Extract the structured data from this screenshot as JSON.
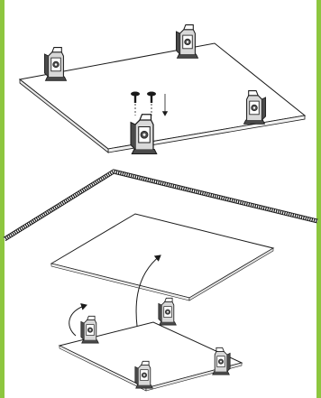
{
  "figure": {
    "kind": "installation-diagram",
    "description_free": true
  },
  "colors": {
    "accent_bar": "#8dc63f",
    "line": "#1a1a1a",
    "panel_fill": "#ffffff",
    "clip_fill": "#d9d9d9",
    "clip_dark": "#4a4a4a",
    "background": "#ffffff"
  },
  "icons": {
    "clip": "spring-clip-icon",
    "screw": "screw-icon",
    "rotate_arrow": "rotate-arrow-icon",
    "insert_arrow": "insert-arrow-icon"
  },
  "counts": {
    "top_panel_clips": 4,
    "bottom_panel_clips": 4,
    "screws": 2
  }
}
